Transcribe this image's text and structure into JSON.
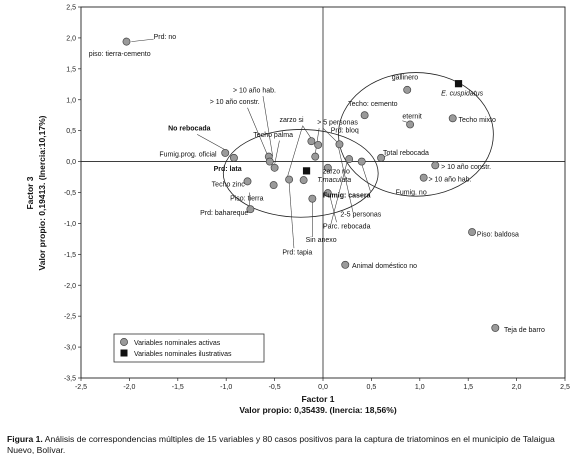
{
  "chart_data": {
    "type": "scatter",
    "xlabel": "Factor 1",
    "xlabel2": "Valor propio: 0,35439. (Inercia: 18,56%)",
    "ylabel": "Factor 3",
    "ylabel2": "Valor propio: 0,19413. (Inercia:10,17%)",
    "xlim": [
      -2.5,
      2.5
    ],
    "ylim": [
      -3.5,
      2.5
    ],
    "xticks": [
      "-2,5",
      "-2,0",
      "-1,5",
      "-1,0",
      "-0,5",
      "0,0",
      "0,5",
      "1,0",
      "1,5",
      "2,0",
      "2,5"
    ],
    "yticks": [
      "2,5",
      "2,0",
      "1,5",
      "1,0",
      "0,5",
      "0,0",
      "-0,5",
      "-1,0",
      "-1,5",
      "-2,0",
      "-2,5",
      "-3,0",
      "-3,5"
    ],
    "grid": false,
    "legend_position": "bottom-left",
    "legend": [
      "Variables nominales activas",
      "Variables nominales ilustrativas"
    ],
    "series": [
      {
        "name": "Variables nominales activas",
        "marker": "circle",
        "color": "#9a9a9a",
        "points": [
          {
            "x": -2.03,
            "y": 1.94,
            "label": ""
          },
          {
            "x": -1.01,
            "y": 0.14,
            "label": ""
          },
          {
            "x": -0.92,
            "y": 0.06,
            "label": ""
          },
          {
            "x": -0.56,
            "y": 0.08,
            "label": ""
          },
          {
            "x": -0.55,
            "y": 0.0,
            "label": ""
          },
          {
            "x": -0.5,
            "y": -0.1,
            "label": ""
          },
          {
            "x": -0.51,
            "y": -0.38,
            "label": ""
          },
          {
            "x": -0.78,
            "y": -0.32,
            "label": ""
          },
          {
            "x": -0.75,
            "y": -0.77,
            "label": ""
          },
          {
            "x": -0.35,
            "y": -0.29,
            "label": ""
          },
          {
            "x": -0.2,
            "y": -0.3,
            "label": ""
          },
          {
            "x": -0.11,
            "y": -0.6,
            "label": ""
          },
          {
            "x": -0.12,
            "y": 0.33,
            "label": ""
          },
          {
            "x": -0.05,
            "y": 0.27,
            "label": ""
          },
          {
            "x": 0.05,
            "y": -0.51,
            "label": ""
          },
          {
            "x": 0.05,
            "y": -0.1,
            "label": ""
          },
          {
            "x": -0.08,
            "y": 0.08,
            "label": ""
          },
          {
            "x": 0.17,
            "y": 0.28,
            "label": ""
          },
          {
            "x": 0.27,
            "y": 0.04,
            "label": ""
          },
          {
            "x": 0.4,
            "y": 0.0,
            "label": ""
          },
          {
            "x": 0.43,
            "y": 0.75,
            "label": ""
          },
          {
            "x": 0.6,
            "y": 0.06,
            "label": ""
          },
          {
            "x": 0.87,
            "y": 1.16,
            "label": ""
          },
          {
            "x": 0.9,
            "y": 0.6,
            "label": ""
          },
          {
            "x": 1.16,
            "y": -0.06,
            "label": ""
          },
          {
            "x": 1.04,
            "y": -0.26,
            "label": ""
          },
          {
            "x": 1.34,
            "y": 0.7,
            "label": ""
          },
          {
            "x": 1.54,
            "y": -1.14,
            "label": ""
          },
          {
            "x": 0.23,
            "y": -1.67,
            "label": ""
          },
          {
            "x": 1.78,
            "y": -2.69,
            "label": ""
          }
        ]
      },
      {
        "name": "Variables nominales ilustrativas",
        "marker": "square",
        "color": "#111111",
        "points": [
          {
            "x": -0.17,
            "y": -0.15,
            "label": ""
          },
          {
            "x": 1.4,
            "y": 1.26,
            "label": ""
          }
        ]
      }
    ],
    "labels": [
      {
        "text": "Prd: no",
        "x": -1.75,
        "y": 1.98,
        "bold": false,
        "italic": false
      },
      {
        "text": "piso: tierra-cemento",
        "x": -2.42,
        "y": 1.71,
        "bold": false,
        "italic": false
      },
      {
        "text": "> 10 año hab.",
        "x": -0.93,
        "y": 1.12,
        "bold": false,
        "italic": false
      },
      {
        "text": "> 10 año constr.",
        "x": -1.17,
        "y": 0.93,
        "bold": false,
        "italic": false
      },
      {
        "text": "No rebocada",
        "x": -1.6,
        "y": 0.5,
        "bold": true,
        "italic": false
      },
      {
        "text": "Techo palma",
        "x": -0.72,
        "y": 0.4,
        "bold": false,
        "italic": false
      },
      {
        "text": "Fumig.prog. oficial",
        "x": -1.69,
        "y": 0.08,
        "bold": false,
        "italic": false
      },
      {
        "text": "Prd: lata",
        "x": -1.13,
        "y": -0.15,
        "bold": true,
        "italic": false
      },
      {
        "text": "Techo zinc",
        "x": -1.15,
        "y": -0.4,
        "bold": false,
        "italic": false
      },
      {
        "text": "Piso: tierra",
        "x": -0.96,
        "y": -0.63,
        "bold": false,
        "italic": false
      },
      {
        "text": "Prd: bahareque",
        "x": -1.27,
        "y": -0.86,
        "bold": false,
        "italic": false
      },
      {
        "text": "Prd: tapia",
        "x": -0.42,
        "y": -1.5,
        "bold": false,
        "italic": false
      },
      {
        "text": "Sin anexo",
        "x": -0.18,
        "y": -1.3,
        "bold": false,
        "italic": false
      },
      {
        "text": "zarzo si",
        "x": -0.45,
        "y": 0.64,
        "bold": false,
        "italic": false
      },
      {
        "text": "> 5 personas",
        "x": -0.06,
        "y": 0.6,
        "bold": false,
        "italic": false
      },
      {
        "text": "Prd: bloq",
        "x": 0.08,
        "y": 0.47,
        "bold": false,
        "italic": false
      },
      {
        "text": "zarzo no",
        "x": 0.0,
        "y": -0.19,
        "bold": false,
        "italic": false
      },
      {
        "text": "T.maculata",
        "x": -0.06,
        "y": -0.33,
        "bold": false,
        "italic": true
      },
      {
        "text": "Fumig: casera",
        "x": 0.0,
        "y": -0.58,
        "bold": true,
        "italic": false
      },
      {
        "text": "2-5 personas",
        "x": 0.18,
        "y": -0.89,
        "bold": false,
        "italic": false
      },
      {
        "text": "Parc. rebocada",
        "x": 0.0,
        "y": -1.08,
        "bold": false,
        "italic": false
      },
      {
        "text": "Animal doméstico no",
        "x": 0.3,
        "y": -1.72,
        "bold": false,
        "italic": false
      },
      {
        "text": "Techo: cemento",
        "x": 0.26,
        "y": 0.9,
        "bold": false,
        "italic": false
      },
      {
        "text": "gallinero",
        "x": 0.71,
        "y": 1.33,
        "bold": false,
        "italic": false
      },
      {
        "text": "eternit",
        "x": 0.82,
        "y": 0.7,
        "bold": false,
        "italic": false
      },
      {
        "text": "E. cuspidatus",
        "x": 1.22,
        "y": 1.07,
        "bold": false,
        "italic": true
      },
      {
        "text": "Techo mixto",
        "x": 1.4,
        "y": 0.64,
        "bold": false,
        "italic": false
      },
      {
        "text": "Total rebocada",
        "x": 0.62,
        "y": 0.11,
        "bold": false,
        "italic": false
      },
      {
        "text": "> 10 año constr.",
        "x": 1.22,
        "y": -0.12,
        "bold": false,
        "italic": false
      },
      {
        "text": "> 10 año hab.",
        "x": 1.09,
        "y": -0.32,
        "bold": false,
        "italic": false
      },
      {
        "text": "Fumig. no",
        "x": 0.75,
        "y": -0.53,
        "bold": false,
        "italic": false
      },
      {
        "text": "Piso: baldosa",
        "x": 1.59,
        "y": -1.21,
        "bold": false,
        "italic": false
      },
      {
        "text": "Teja de barro",
        "x": 1.87,
        "y": -2.76,
        "bold": false,
        "italic": false
      }
    ],
    "leaders": [
      {
        "x1": -1.75,
        "y1": 1.98,
        "x2": -1.98,
        "y2": 1.94
      },
      {
        "x1": -0.62,
        "y1": 1.06,
        "x2": -0.52,
        "y2": 0.09
      },
      {
        "x1": -0.78,
        "y1": 0.87,
        "x2": -0.55,
        "y2": 0.02
      },
      {
        "x1": -1.3,
        "y1": 0.44,
        "x2": -1.01,
        "y2": 0.19
      },
      {
        "x1": -0.45,
        "y1": 0.34,
        "x2": -0.5,
        "y2": -0.05
      },
      {
        "x1": -0.21,
        "y1": 0.58,
        "x2": -0.12,
        "y2": 0.37
      },
      {
        "x1": -0.21,
        "y1": 0.58,
        "x2": -0.37,
        "y2": -0.26
      },
      {
        "x1": -0.04,
        "y1": 0.54,
        "x2": -0.08,
        "y2": 0.12
      },
      {
        "x1": 0.0,
        "y1": 0.54,
        "x2": 0.15,
        "y2": 0.31
      },
      {
        "x1": -0.76,
        "y1": -0.78,
        "x2": -0.76,
        "y2": -0.5
      },
      {
        "x1": -0.3,
        "y1": -1.4,
        "x2": -0.35,
        "y2": -0.34
      },
      {
        "x1": -0.11,
        "y1": -1.22,
        "x2": -0.11,
        "y2": -0.65
      },
      {
        "x1": 0.14,
        "y1": -0.98,
        "x2": 0.07,
        "y2": -0.55
      },
      {
        "x1": 0.31,
        "y1": -0.82,
        "x2": 0.16,
        "y2": 0.23
      },
      {
        "x1": 0.08,
        "y1": -1.02,
        "x2": 0.25,
        "y2": 0.0
      },
      {
        "x1": 0.49,
        "y1": -0.48,
        "x2": 0.4,
        "y2": -0.04
      },
      {
        "x1": 0.68,
        "y1": 0.11,
        "x2": 0.6,
        "y2": 0.06
      },
      {
        "x1": 0.82,
        "y1": 0.66,
        "x2": 0.9,
        "y2": 0.62
      }
    ],
    "ellipses": [
      {
        "cx": -0.23,
        "cy": -0.19,
        "rx": 0.8,
        "ry": 0.71
      },
      {
        "cx": 0.96,
        "cy": 0.44,
        "rx": 0.8,
        "ry": 1.0
      }
    ]
  },
  "caption": {
    "figure_label": "Figura 1.",
    "text": " Análisis de correspondencias múltiples de 15 variables y 80 casos positivos para la captura de triatominos en el municipio de Talaigua Nuevo, Bolívar."
  }
}
